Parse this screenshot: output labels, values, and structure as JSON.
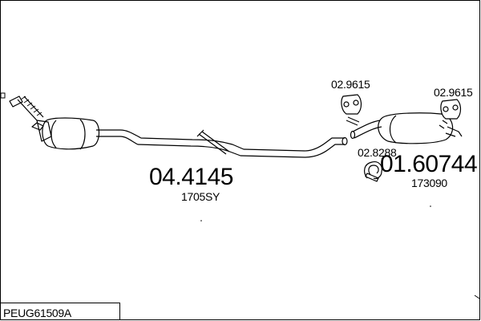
{
  "drawing_code": "PEUG61509A",
  "parts": [
    {
      "id": "front",
      "part_number": "04.4145",
      "sub_label": "1705SY"
    },
    {
      "id": "rear",
      "part_number": "01.60744",
      "sub_label": "173090"
    },
    {
      "id": "hanger-left",
      "part_number": "02.9615"
    },
    {
      "id": "hanger-right",
      "part_number": "02.9615"
    },
    {
      "id": "clamp",
      "part_number": "02.8288"
    }
  ]
}
